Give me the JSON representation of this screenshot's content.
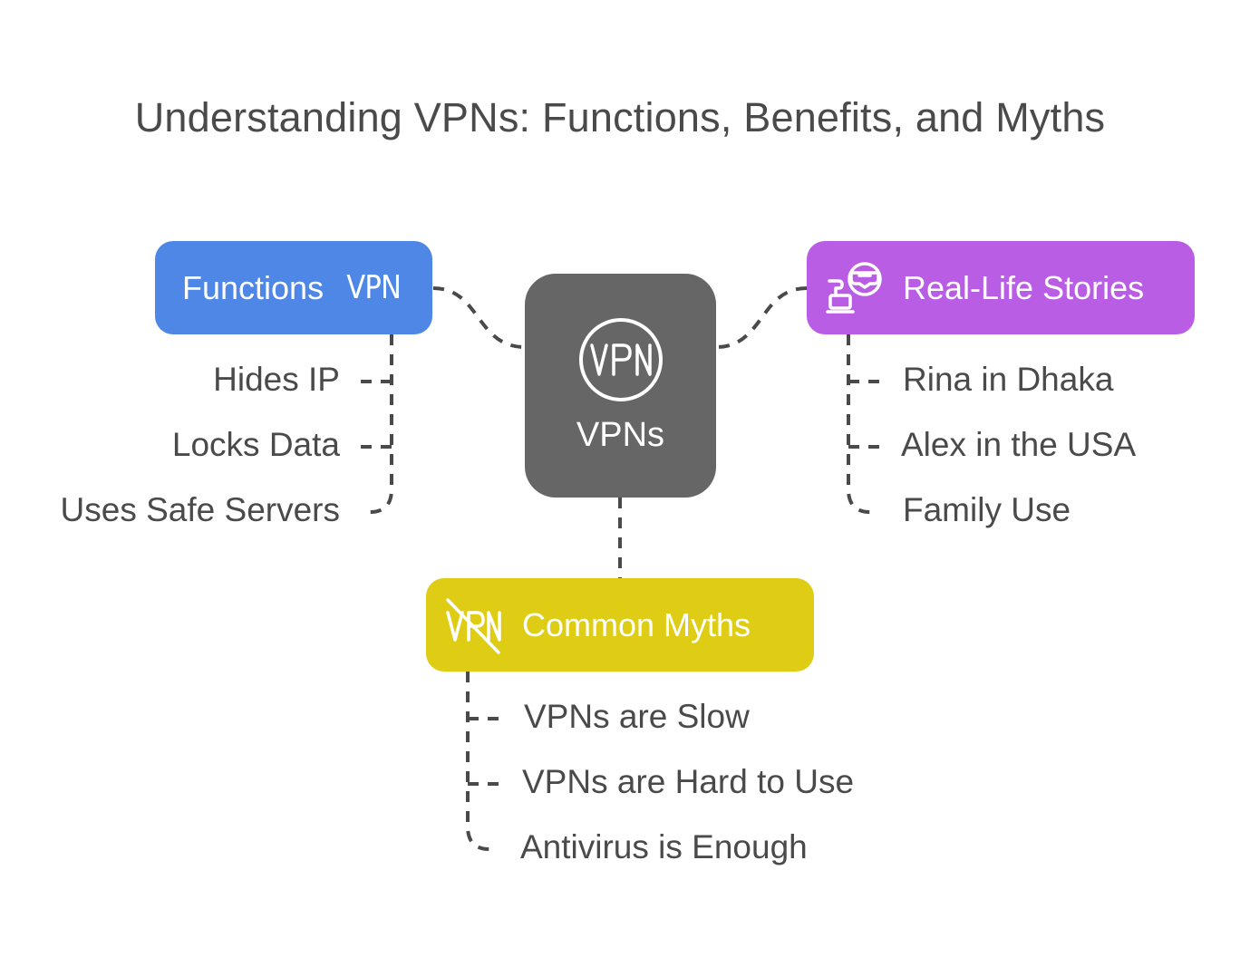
{
  "title": "Understanding VPNs: Functions, Benefits, and Myths",
  "center": {
    "label": "VPNs",
    "icon": "vpn-circle-icon",
    "icon_text": "VPN",
    "color": "#666666"
  },
  "branches": [
    {
      "id": "functions",
      "label": "Functions",
      "icon": "vpn-text-icon",
      "icon_text": "VPN",
      "color": "#4e87e6",
      "items": [
        "Hides IP",
        "Locks Data",
        "Uses Safe Servers"
      ]
    },
    {
      "id": "stories",
      "label": "Real-Life Stories",
      "icon": "vr-headset-laptop-icon",
      "color": "#b95ee4",
      "items": [
        "Rina in Dhaka",
        "Alex in the USA",
        "Family Use"
      ]
    },
    {
      "id": "myths",
      "label": "Common Myths",
      "icon": "vpn-crossed-out-icon",
      "icon_text": "VPN",
      "color": "#dfcc15",
      "items": [
        "VPNs are Slow",
        "VPNs are Hard to Use",
        "Antivirus is Enough"
      ]
    }
  ]
}
